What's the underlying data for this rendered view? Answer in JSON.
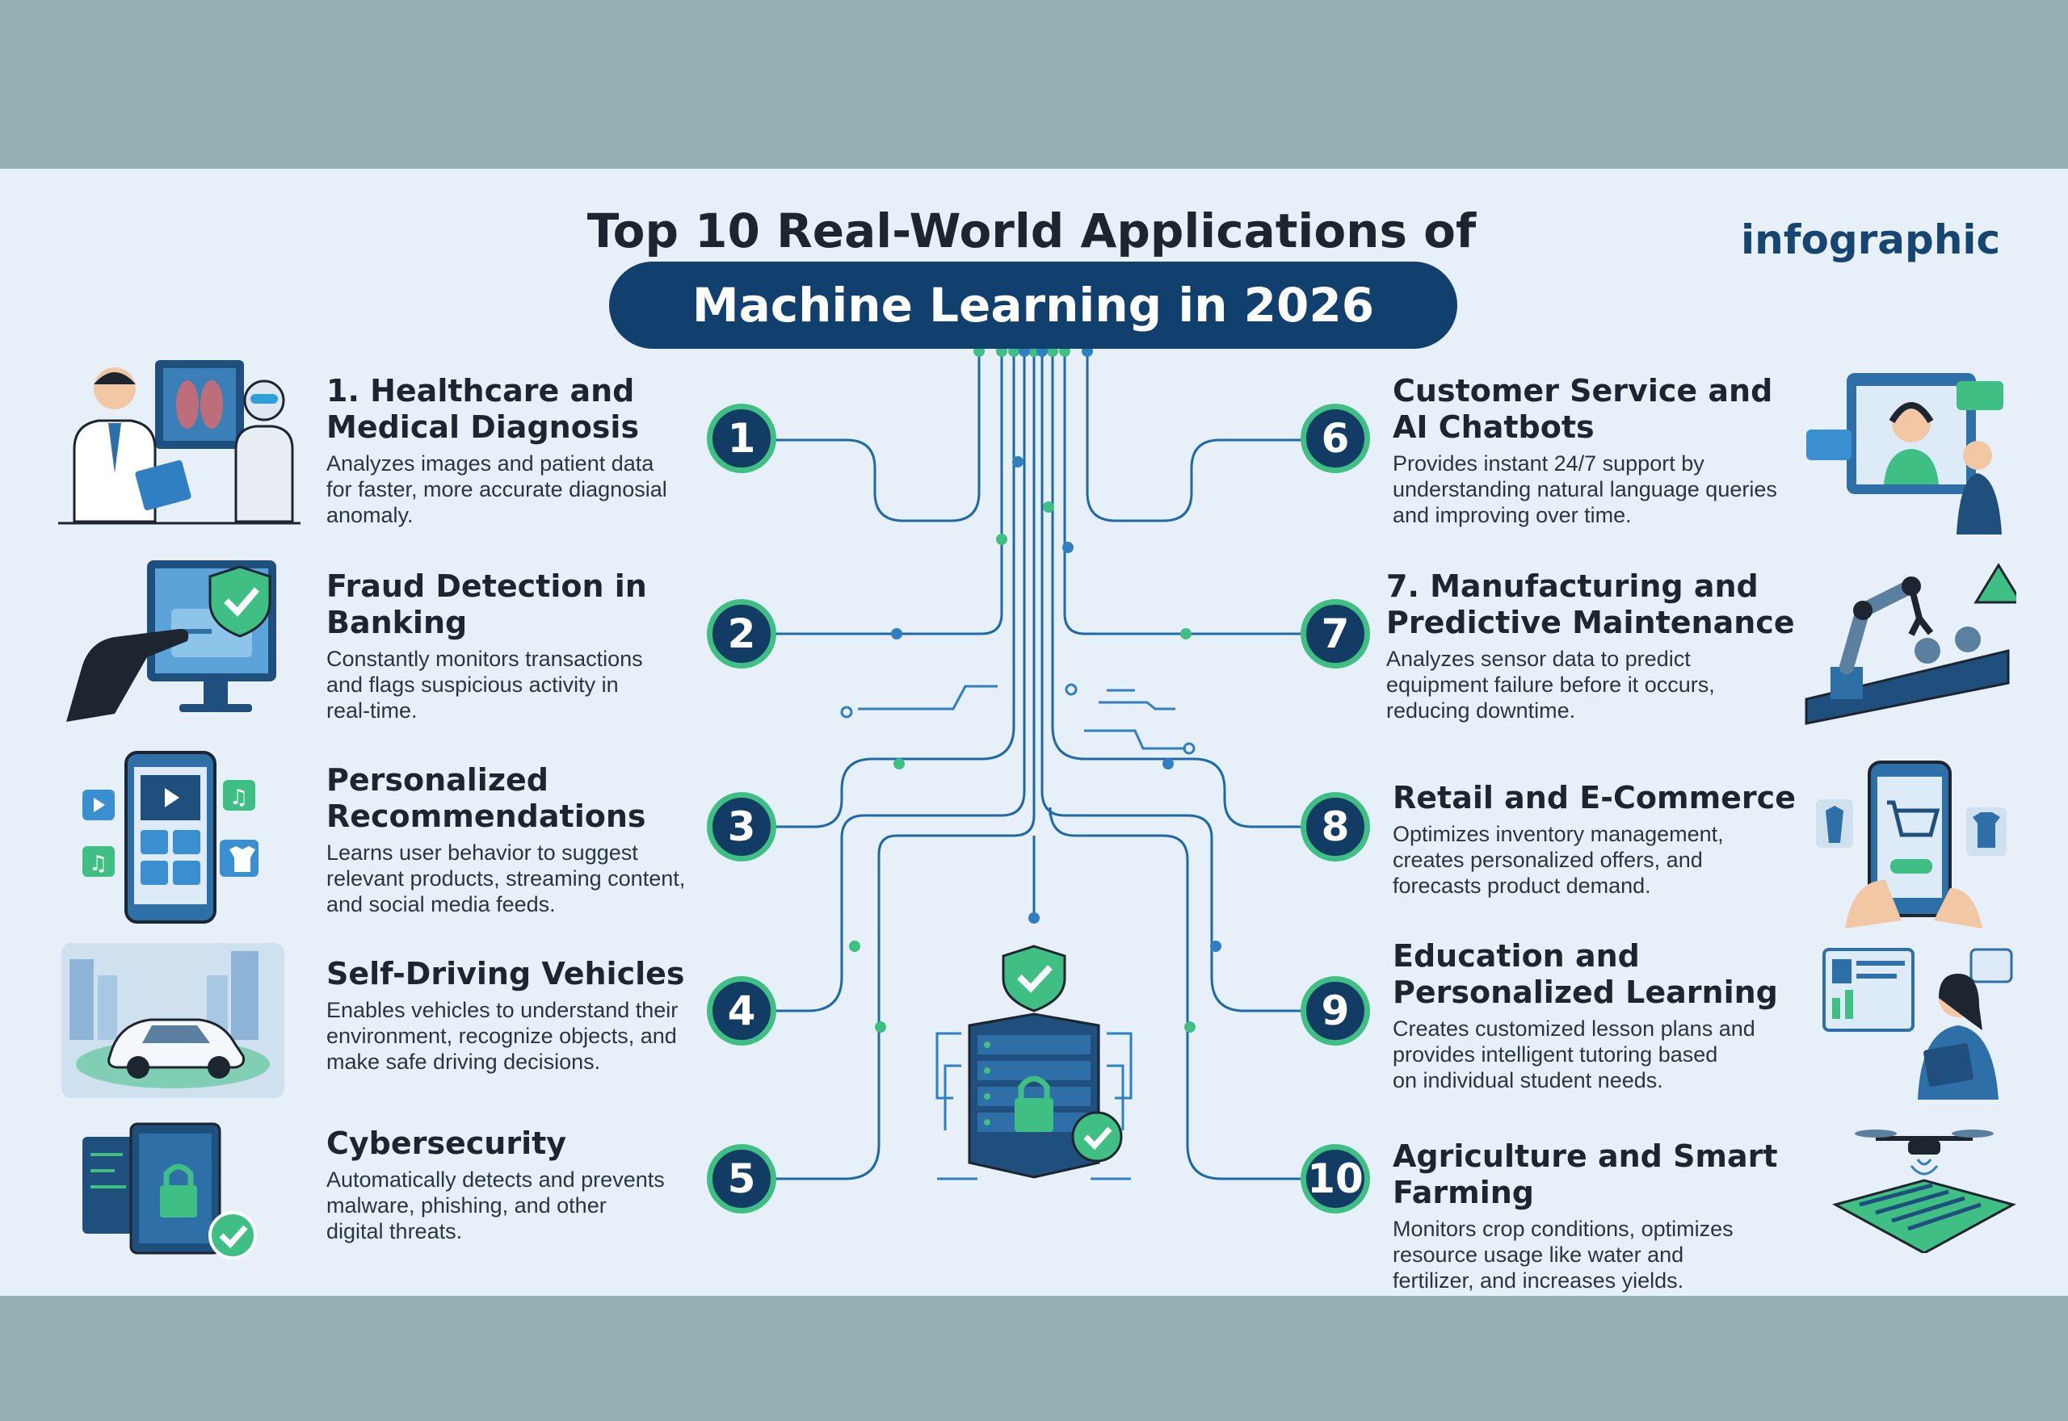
{
  "header": {
    "line1": "Top 10 Real-World Applications of",
    "line2": "Machine Learning in 2026",
    "brand": "infographic"
  },
  "colors": {
    "navy": "#11406e",
    "green": "#3fbf84",
    "blue_wire": "#2f7fc2",
    "panel": "#e7f0f9",
    "frame": "#95b1b4"
  },
  "items": [
    {
      "number": "1",
      "title": "1. Healthcare and\nMedical Diagnosis",
      "desc": "Analyzes images and patient data\nfor faster, more accurate diagnosial\nanomaly.",
      "icon": "doctor-robot-xray-icon"
    },
    {
      "number": "2",
      "title": "Fraud Detection in\nBanking",
      "desc": "Constantly monitors transactions\nand flags suspicious activity in\nreal-time.",
      "icon": "card-shield-monitor-icon"
    },
    {
      "number": "3",
      "title": "Personalized\nRecommendations",
      "desc": "Learns user behavior to suggest\nrelevant products, streaming content,\nand social media feeds.",
      "icon": "phone-media-icon"
    },
    {
      "number": "4",
      "title": "Self-Driving Vehicles",
      "desc": "Enables vehicles to understand their\nenvironment, recognize objects, and\nmake safe driving decisions.",
      "icon": "autonomous-car-icon"
    },
    {
      "number": "5",
      "title": "Cybersecurity",
      "desc": "Automatically detects and prevents\nmalware, phishing, and other\ndigital threats.",
      "icon": "padlock-screen-icon"
    },
    {
      "number": "6",
      "title": "Customer Service and\nAI Chatbots",
      "desc": "Provides instant 24/7 support by\nunderstanding natural language queries\nand improving over time.",
      "icon": "chat-support-icon"
    },
    {
      "number": "7",
      "title": "7. Manufacturing and\nPredictive Maintenance",
      "desc": "Analyzes sensor data to predict\nequipment failure before it occurs,\nreducing downtime.",
      "icon": "robot-arm-conveyor-icon"
    },
    {
      "number": "8",
      "title": "Retail and E-Commerce",
      "desc": "Optimizes inventory management,\ncreates personalized offers, and\nforecasts product demand.",
      "icon": "shopping-phone-icon"
    },
    {
      "number": "9",
      "title": "Education and\nPersonalized Learning",
      "desc": "Creates customized lesson plans and\nprovides intelligent tutoring based\non individual student needs.",
      "icon": "student-tablet-icon"
    },
    {
      "number": "10",
      "title": "Agriculture and Smart Farming",
      "desc": "Monitors crop conditions, optimizes\nresource usage like water and\nfertilizer, and increases yields.",
      "icon": "drone-field-icon"
    }
  ],
  "center_icon": "secure-server-icon"
}
